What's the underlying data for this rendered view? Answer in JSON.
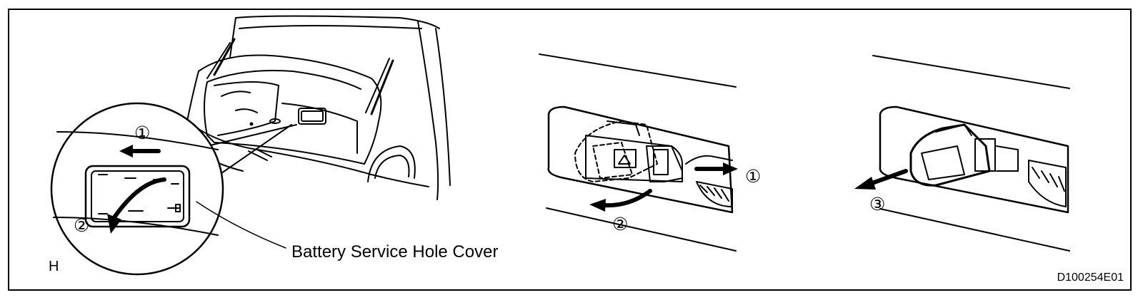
{
  "labels": {
    "caption": "Battery Service Hole Cover",
    "section_letter": "H",
    "figure_code": "D100254E01"
  },
  "steps": {
    "detail_1": "①",
    "detail_2": "②",
    "panel2_1": "①",
    "panel2_2": "②",
    "panel3_3": "③"
  },
  "colors": {
    "line": "#000000",
    "background": "#ffffff"
  }
}
